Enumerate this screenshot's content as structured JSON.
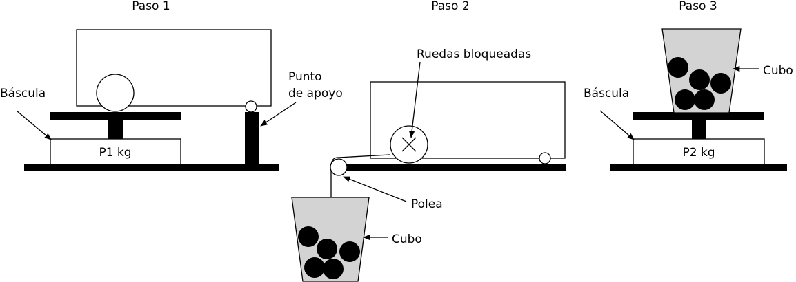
{
  "step1": {
    "title": "Paso 1",
    "scale_label": "Báscula",
    "scale_reading": "P1 kg",
    "support_label_line1": "Punto",
    "support_label_line2": "de apoyo"
  },
  "step2": {
    "title": "Paso 2",
    "wheels_label": "Ruedas bloqueadas",
    "pulley_label": "Polea",
    "bucket_label": "Cubo"
  },
  "step3": {
    "title": "Paso 3",
    "scale_label": "Báscula",
    "scale_reading": "P2 kg",
    "bucket_label": "Cubo"
  }
}
